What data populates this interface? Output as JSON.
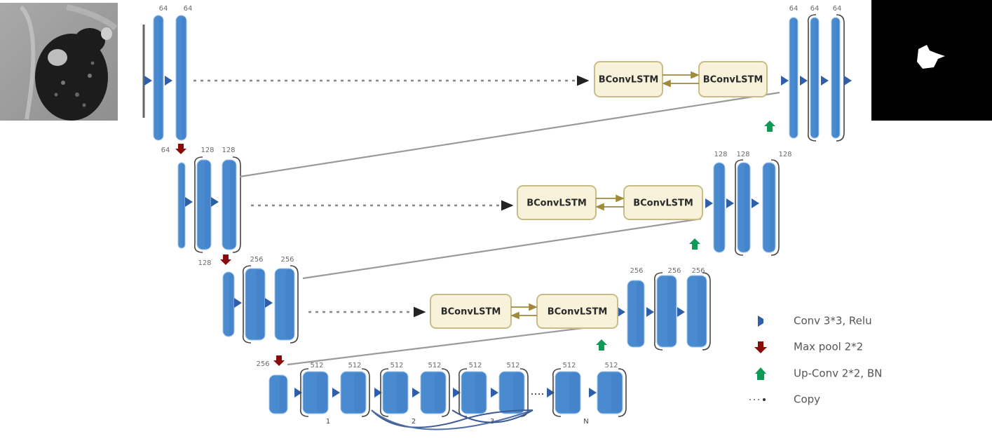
{
  "title": "BCDU-Net style U-Net with BConvLSTM skip connections",
  "input_image": {
    "description": "grayscale CT lung slice"
  },
  "output_image": {
    "description": "binary segmentation mask"
  },
  "colors": {
    "feature_map": "#4a8bd0",
    "conv_arrow": "#2f5fa8",
    "maxpool": "#8b0a0a",
    "upconv": "#0e9a56",
    "lstm_fill": "#f7f2d9",
    "lstm_border": "#c8bd86",
    "copy_line": "#888888"
  },
  "encoder": {
    "level1": {
      "labels": [
        "64",
        "64"
      ]
    },
    "level2": {
      "labels": [
        "64",
        "128",
        "128"
      ]
    },
    "level3": {
      "labels": [
        "128",
        "256",
        "256"
      ]
    },
    "level4": {
      "labels": [
        "256"
      ]
    }
  },
  "bottleneck": {
    "labels": [
      "512",
      "512",
      "512",
      "512",
      "512",
      "512",
      "512",
      "512"
    ],
    "block_indices": [
      "1",
      "2",
      "3",
      "N"
    ]
  },
  "decoder": {
    "level1": {
      "labels": [
        "64",
        "64",
        "64"
      ]
    },
    "level2": {
      "labels": [
        "128",
        "128",
        "128"
      ]
    },
    "level3": {
      "labels": [
        "256",
        "256",
        "256"
      ]
    }
  },
  "lstm_blocks": {
    "label": "BConvLSTM"
  },
  "legend": {
    "items": [
      {
        "icon": "conv-arrow-icon",
        "label": "Conv 3*3, Relu"
      },
      {
        "icon": "max-pool-arrow-icon",
        "label": "Max pool 2*2"
      },
      {
        "icon": "up-conv-arrow-icon",
        "label": "Up-Conv 2*2, BN"
      },
      {
        "icon": "copy-arrow-icon",
        "label": "Copy"
      }
    ]
  }
}
